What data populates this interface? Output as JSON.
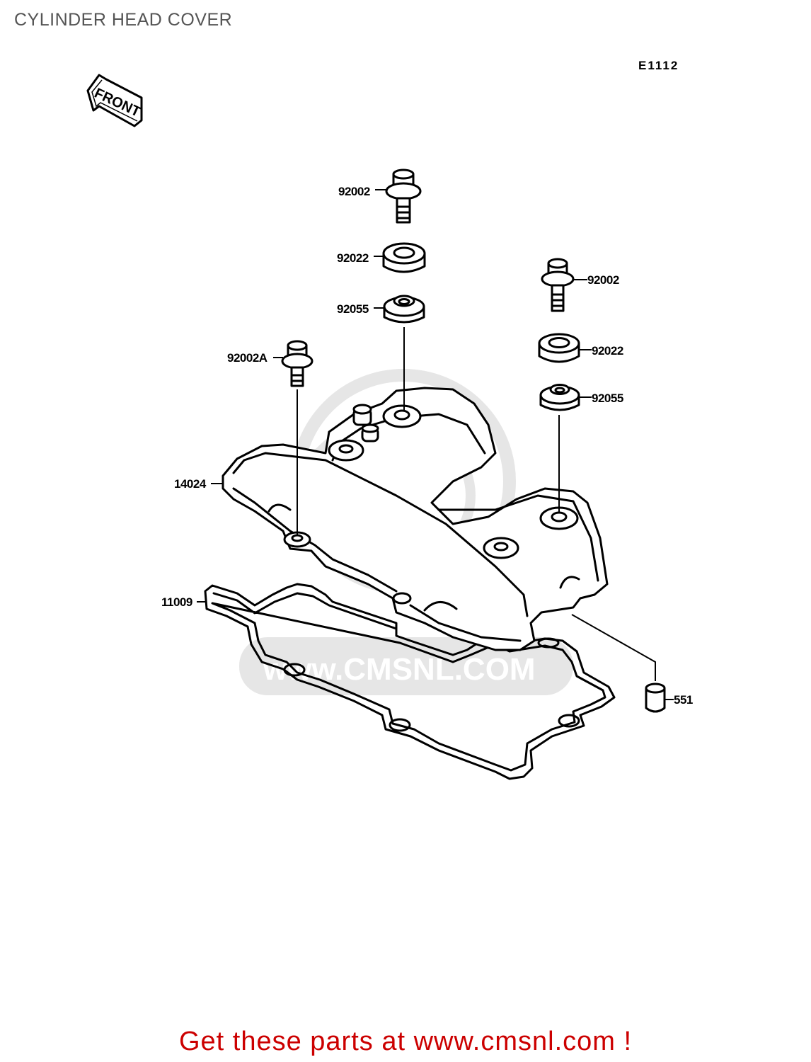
{
  "title": "CYLINDER HEAD COVER",
  "diagram_code": "E1112",
  "front_label": "FRONT",
  "watermark": "www.CMSNL.COM",
  "parts": [
    {
      "id": "bolt-top",
      "label": "92002"
    },
    {
      "id": "washer-top",
      "label": "92022"
    },
    {
      "id": "grommet-top",
      "label": "92055"
    },
    {
      "id": "bolt-right",
      "label": "92002"
    },
    {
      "id": "washer-right",
      "label": "92022"
    },
    {
      "id": "grommet-right",
      "label": "92055"
    },
    {
      "id": "bolt-left",
      "label": "92002A"
    },
    {
      "id": "cover",
      "label": "14024"
    },
    {
      "id": "gasket",
      "label": "11009"
    },
    {
      "id": "dowel",
      "label": "551"
    }
  ],
  "footer": "Get these parts at www.cmsnl.com !",
  "colors": {
    "footer": "#cc0000",
    "title": "#555555",
    "watermark": "#e6e6e6"
  }
}
